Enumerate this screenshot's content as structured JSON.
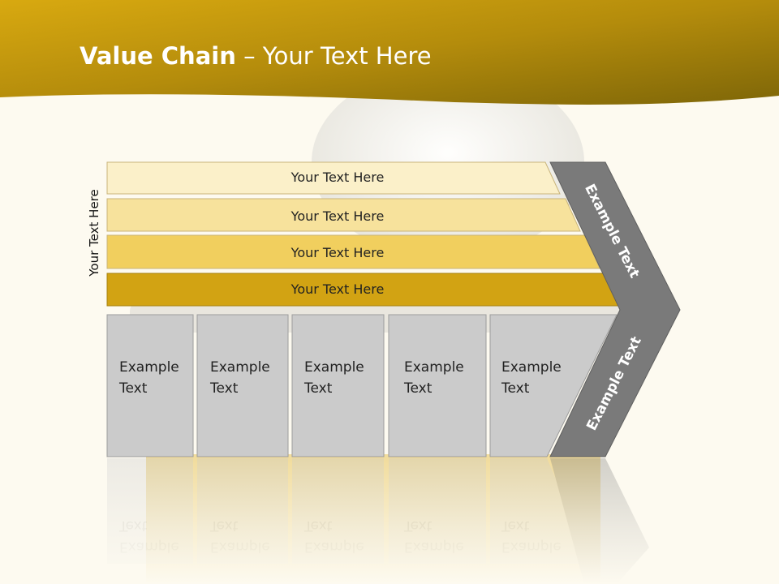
{
  "title": {
    "bold": "Value Chain",
    "rest": " – Your Text Here"
  },
  "side_label": "Your Text Here",
  "bands": [
    {
      "label": "Your Text Here",
      "color": "#fbf0c9"
    },
    {
      "label": "Your Text Here",
      "color": "#f7e29c"
    },
    {
      "label": "Your Text Here",
      "color": "#f1cf5e"
    },
    {
      "label": "Your Text Here",
      "color": "#d2a313"
    }
  ],
  "cells": [
    {
      "line1": "Example",
      "line2": "Text"
    },
    {
      "line1": "Example",
      "line2": "Text"
    },
    {
      "line1": "Example",
      "line2": "Text"
    },
    {
      "line1": "Example",
      "line2": "Text"
    },
    {
      "line1": "Example",
      "line2": "Text"
    }
  ],
  "chevron": {
    "upper_label": "Example Text",
    "lower_label": "Example Text",
    "color": "#7a7a7a"
  },
  "colors": {
    "header_gold": "#b8900e",
    "cell_gray": "#cbcbcb",
    "background": "#fdfaf0"
  }
}
